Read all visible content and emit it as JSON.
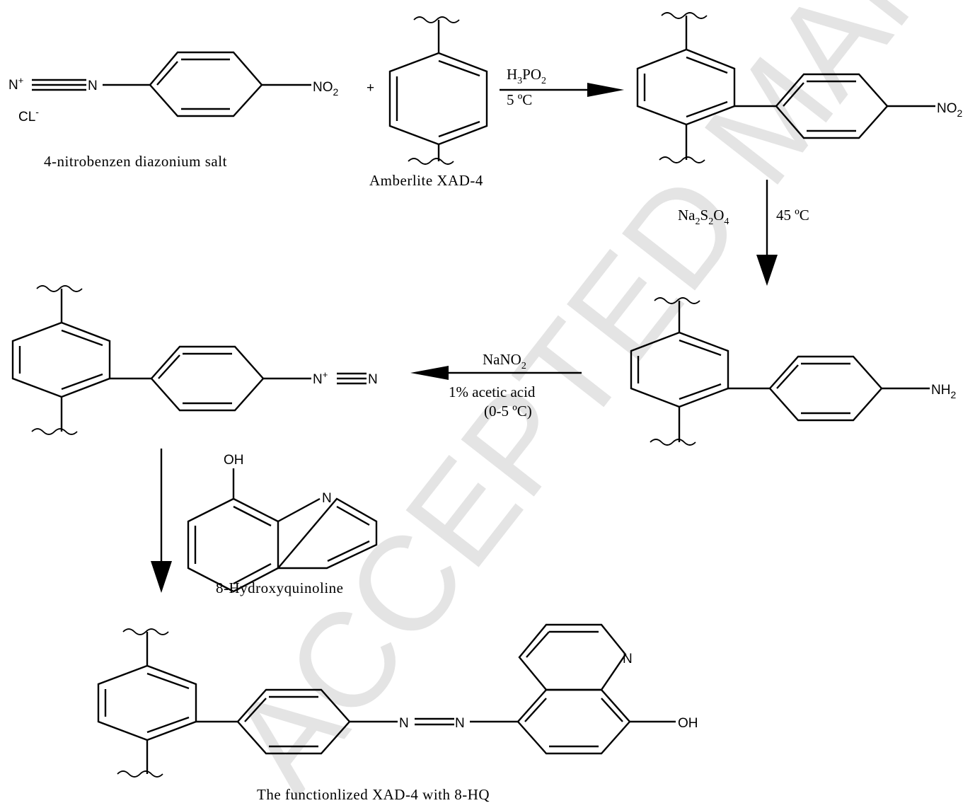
{
  "watermark": "ACCEPTED MANUSCRIPT",
  "compounds": {
    "diazonium_salt": "4-nitrobenzen diazonium salt",
    "resin": "Amberlite XAD-4",
    "hydroxyquinoline": "8-Hydroxyquinoline",
    "product": "The functionlized XAD-4 with 8-HQ"
  },
  "atoms": {
    "n_plus": "N",
    "plus_sign": "+",
    "n": "N",
    "cl": "CL",
    "minus_sign": "-",
    "no2": "NO",
    "sub2": "2",
    "nh2": "NH",
    "oh": "OH",
    "reaction_plus": "+"
  },
  "conditions": {
    "step1_reagent_base": "H",
    "step1_reagent_sub": "3",
    "step1_reagent_mid": "PO",
    "step1_reagent_sub2": "2",
    "step1_temp": "5 ºC",
    "step2_na": "Na",
    "step2_s": "S",
    "step2_o": "O",
    "step2_sub_a": "2",
    "step2_sub_b": "2",
    "step2_sub_c": "4",
    "step2_temp": "45 ºC",
    "step3_reagent_base": "NaNO",
    "step3_reagent_sub": "2",
    "step3_solvent": "1% acetic acid",
    "step3_temp": "(0-5 ºC)"
  }
}
